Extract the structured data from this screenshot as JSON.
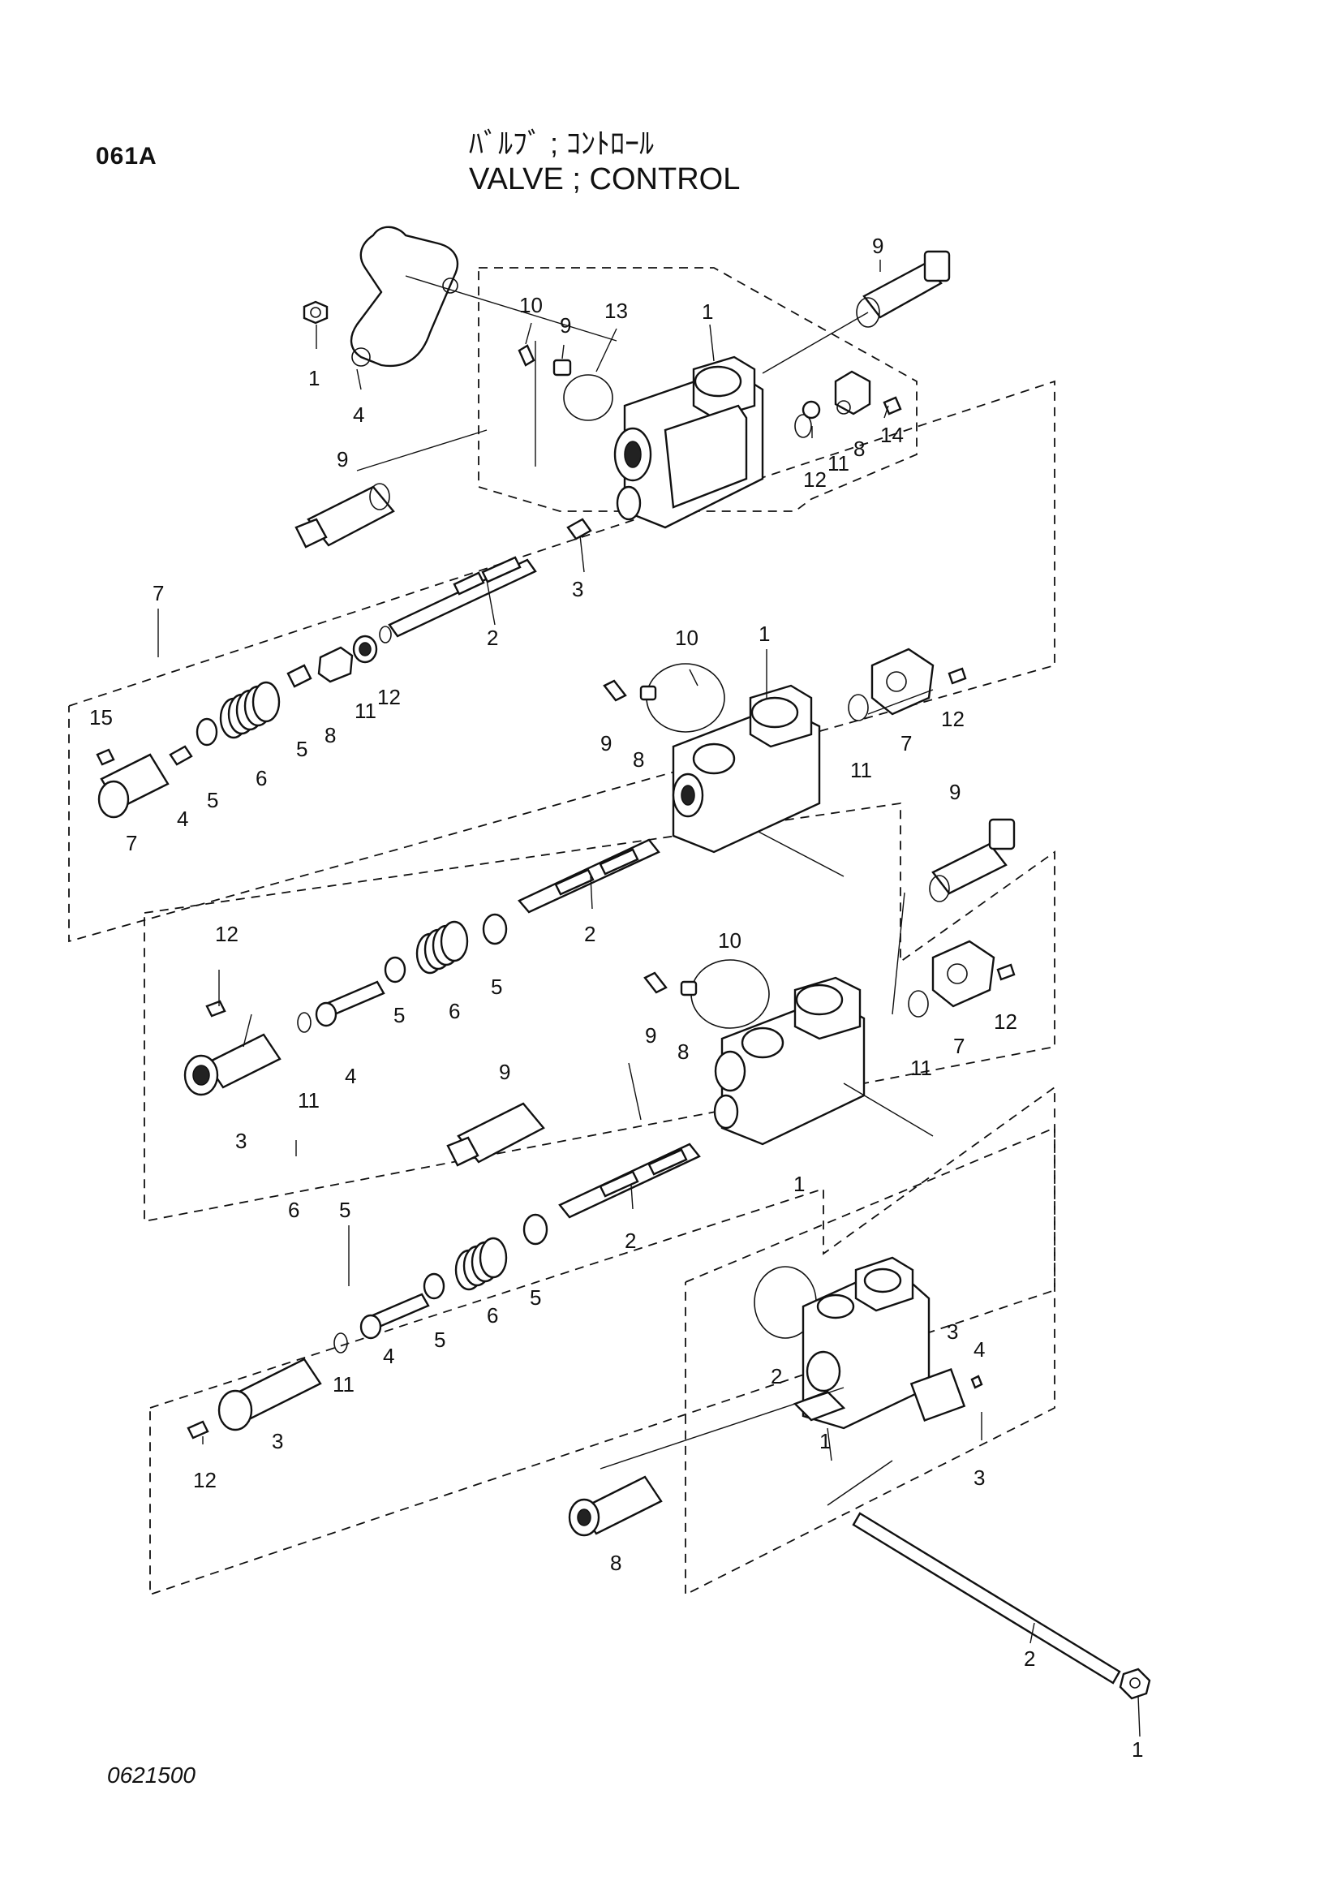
{
  "header": {
    "page_code": "061A",
    "title_jp": "ﾊﾞﾙﾌﾞ ; ｺﾝﾄﾛｰﾙ",
    "title_en": "VALVE ; CONTROL"
  },
  "footer": {
    "drawing_number": "0621500"
  },
  "callouts": [
    "1",
    "4",
    "10",
    "9",
    "13",
    "1",
    "9",
    "9",
    "12",
    "11",
    "8",
    "14",
    "3",
    "2",
    "7",
    "15",
    "4",
    "5",
    "6",
    "5",
    "8",
    "11",
    "12",
    "7",
    "10",
    "1",
    "9",
    "8",
    "11",
    "7",
    "12",
    "9",
    "12",
    "5",
    "6",
    "5",
    "4",
    "11",
    "3",
    "6",
    "2",
    "10",
    "9",
    "8",
    "11",
    "7",
    "12",
    "9",
    "1",
    "2",
    "5",
    "5",
    "6",
    "5",
    "4",
    "11",
    "3",
    "12",
    "2",
    "3",
    "4",
    "1",
    "3",
    "8",
    "2",
    "1"
  ]
}
